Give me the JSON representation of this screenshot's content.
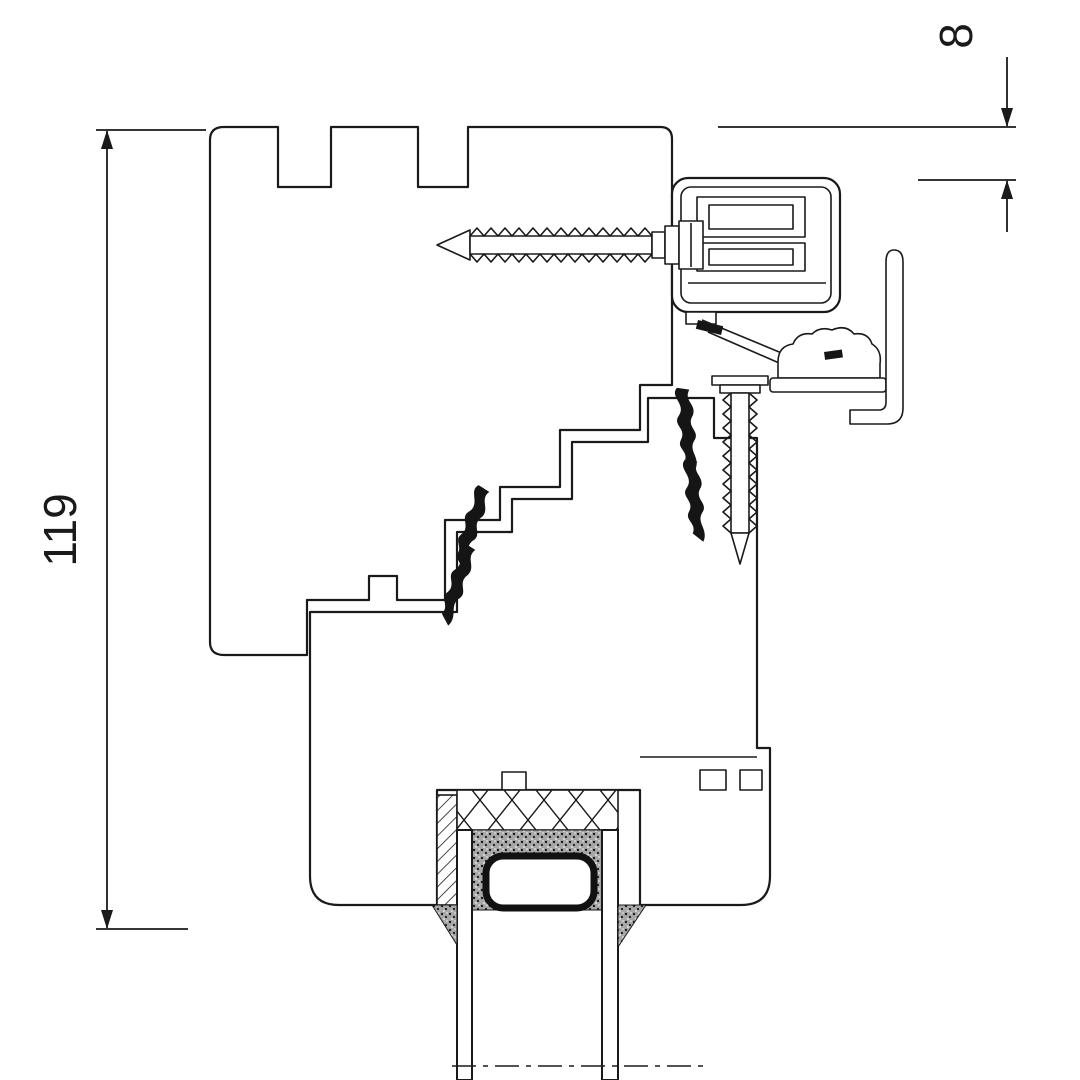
{
  "drawing": {
    "type": "technical-section",
    "background": "#ffffff",
    "line_color": "#1a1a1a",
    "dimensions": {
      "height_label": "119",
      "offset_label": "8"
    }
  }
}
